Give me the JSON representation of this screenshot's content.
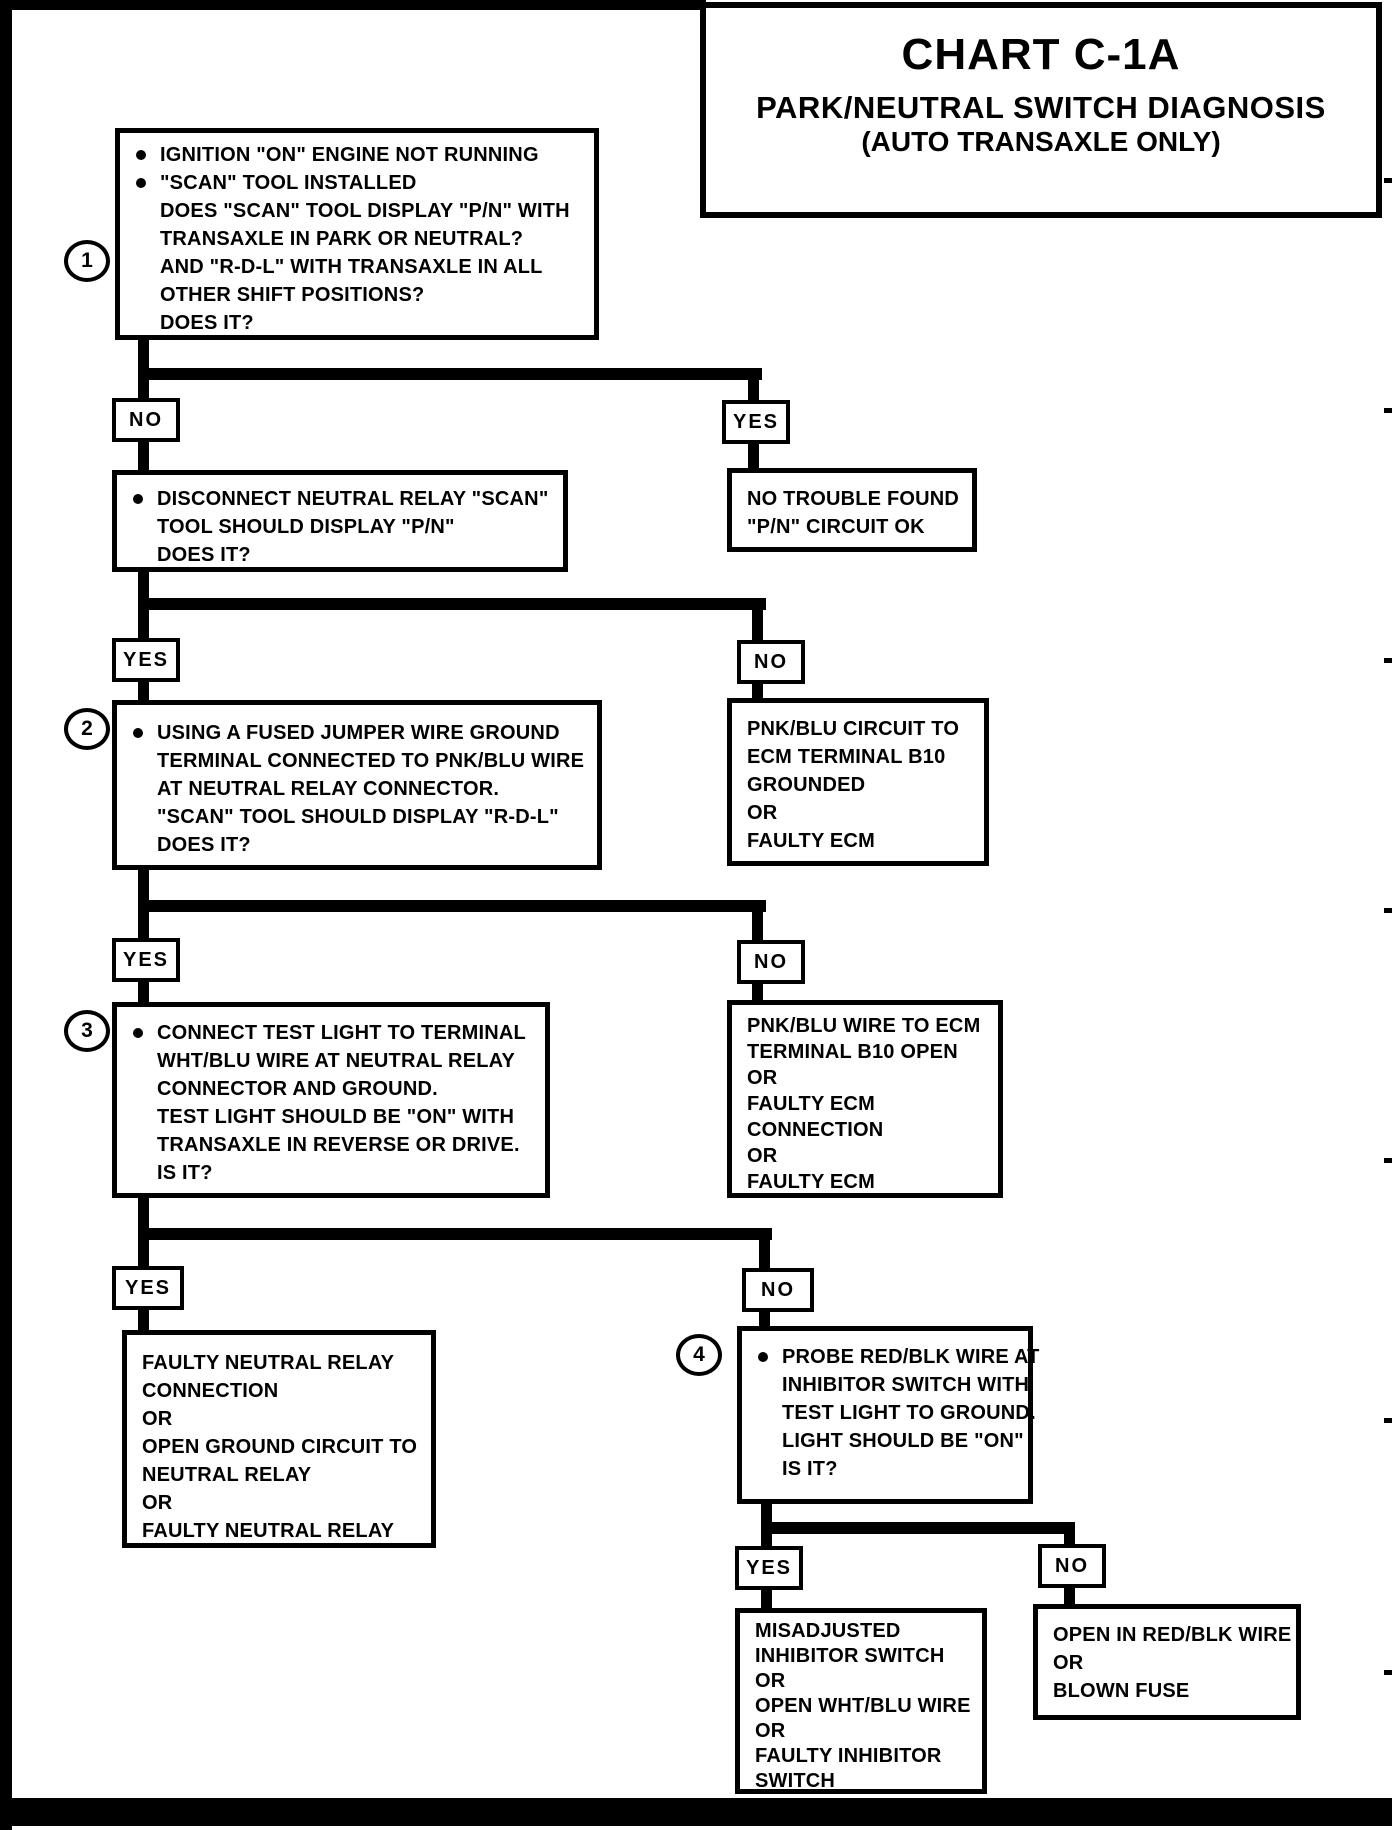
{
  "title": {
    "chart": "CHART C-1A",
    "subtitle": "PARK/NEUTRAL SWITCH DIAGNOSIS",
    "note": "(AUTO TRANSAXLE ONLY)"
  },
  "labels": {
    "yes": "YES",
    "no": "NO"
  },
  "steps": {
    "step1": {
      "num": "1",
      "lines": [
        "IGNITION \"ON\" ENGINE NOT RUNNING",
        "\"SCAN\" TOOL INSTALLED",
        "DOES \"SCAN\" TOOL DISPLAY \"P/N\" WITH",
        "TRANSAXLE IN PARK OR NEUTRAL?",
        "AND \"R-D-L\" WITH TRANSAXLE IN ALL",
        "OTHER SHIFT POSITIONS?",
        "DOES IT?"
      ]
    },
    "disconnect": {
      "lines": [
        "DISCONNECT NEUTRAL RELAY \"SCAN\"",
        "TOOL SHOULD DISPLAY \"P/N\"",
        "DOES IT?"
      ]
    },
    "step2": {
      "num": "2",
      "lines": [
        "USING A FUSED JUMPER WIRE GROUND",
        "TERMINAL CONNECTED TO PNK/BLU WIRE",
        "AT NEUTRAL RELAY CONNECTOR.",
        "\"SCAN\" TOOL SHOULD DISPLAY \"R-D-L\"",
        "DOES IT?"
      ]
    },
    "step3": {
      "num": "3",
      "lines": [
        "CONNECT TEST LIGHT TO TERMINAL",
        "WHT/BLU WIRE AT NEUTRAL RELAY",
        "CONNECTOR AND GROUND.",
        "TEST LIGHT SHOULD BE \"ON\" WITH",
        "TRANSAXLE IN REVERSE OR DRIVE.",
        "IS IT?"
      ]
    },
    "step4": {
      "num": "4",
      "lines": [
        "PROBE RED/BLK WIRE AT",
        "INHIBITOR SWITCH WITH",
        "TEST LIGHT TO GROUND.",
        "LIGHT SHOULD BE \"ON\"",
        "IS IT?"
      ]
    }
  },
  "results": {
    "no_trouble": {
      "lines": [
        "NO TROUBLE FOUND",
        "\"P/N\" CIRCUIT OK"
      ]
    },
    "pnkblu_grounded": {
      "lines": [
        "PNK/BLU CIRCUIT TO",
        "ECM TERMINAL B10",
        "GROUNDED",
        "OR",
        "FAULTY ECM"
      ]
    },
    "pnkblu_open": {
      "lines": [
        "PNK/BLU WIRE TO ECM",
        "TERMINAL B10 OPEN",
        "OR",
        "FAULTY ECM",
        "CONNECTION",
        "OR",
        "FAULTY ECM"
      ]
    },
    "faulty_relay": {
      "lines": [
        "FAULTY NEUTRAL RELAY",
        "CONNECTION",
        "OR",
        "OPEN GROUND CIRCUIT TO",
        "NEUTRAL RELAY",
        "OR",
        "FAULTY NEUTRAL RELAY"
      ]
    },
    "misadjusted": {
      "lines": [
        "MISADJUSTED",
        "INHIBITOR SWITCH",
        "OR",
        "OPEN WHT/BLU WIRE",
        "OR",
        "FAULTY INHIBITOR",
        "SWITCH"
      ]
    },
    "open_fuse": {
      "lines": [
        "OPEN IN RED/BLK WIRE",
        "OR",
        "BLOWN FUSE"
      ]
    }
  },
  "colors": {
    "ink": "#000000",
    "paper": "#ffffff"
  }
}
